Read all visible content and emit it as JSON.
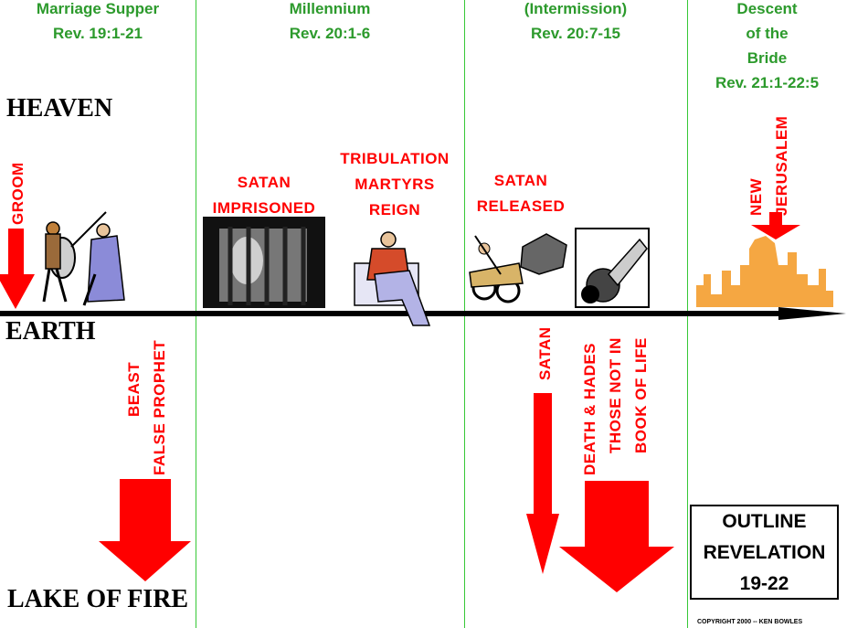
{
  "headers": [
    {
      "lines": [
        "Marriage Supper",
        "Rev. 19:1-21"
      ]
    },
    {
      "lines": [
        "Millennium",
        "Rev. 20:1-6"
      ]
    },
    {
      "lines": [
        "(Intermission)",
        "Rev. 20:7-15"
      ]
    },
    {
      "lines": [
        "Descent",
        "of the",
        "Bride",
        "Rev. 21:1-22:5"
      ]
    }
  ],
  "realms": {
    "heaven": "HEAVEN",
    "earth": "EARTH",
    "lake": "LAKE OF FIRE"
  },
  "labels": {
    "groom": "GROOM",
    "satan_imprisoned": [
      "SATAN",
      "IMPRISONED"
    ],
    "tribulation": [
      "TRIBULATION",
      "MARTYRS",
      "REIGN"
    ],
    "satan_released": [
      "SATAN",
      "RELEASED"
    ],
    "new_jerusalem": [
      "NEW",
      "JERUSALEM"
    ],
    "beast": [
      "BEAST",
      "FALSE PROPHET"
    ],
    "satan_down": "SATAN",
    "death_hades": [
      "DEATH & HADES",
      "THOSE NOT IN",
      "BOOK OF LIFE"
    ]
  },
  "outline": [
    "OUTLINE",
    "REVELATION",
    "19-22"
  ],
  "copyright": "COPYRIGHT 2000 -- KEN BOWLES",
  "colors": {
    "divider": "#37c837",
    "header": "#2c9a2c",
    "label": "#ff0000",
    "city": "#f5a742"
  }
}
